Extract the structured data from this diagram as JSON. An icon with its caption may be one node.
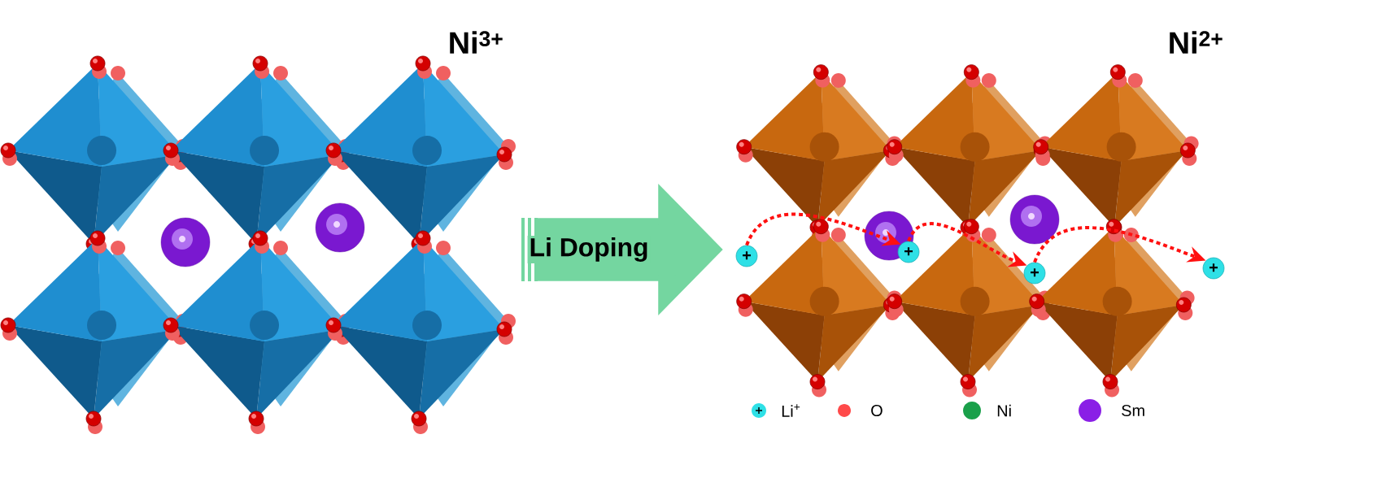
{
  "diagram": {
    "nodes": [
      {
        "text": [],
        "shape": "picture",
        "beside": [
          "Ni$^{3+}$"
        ]
      },
      {
        "text": [],
        "shape": "picture",
        "beside": [
          "Ni$^{2+}$"
        ]
      },
      {
        "text": [
          "+"
        ],
        "in": 1
      },
      {
        "text": [
          "+"
        ],
        "in": 1
      },
      {
        "text": [
          "+"
        ],
        "in": 1
      },
      {
        "text": [
          "+"
        ]
      }
    ],
    "edges": [
      {
        "from": 0,
        "to": 1,
        "arrow": "to",
        "label": "Li Doping",
        "style": "thick",
        "color": "#74d6a0"
      },
      {
        "from": 2,
        "to": 3,
        "arrow": "to",
        "style": "dashed",
        "color": "#ff1010"
      },
      {
        "from": 3,
        "to": 4,
        "arrow": "to",
        "style": "dashed",
        "color": "#ff1010"
      },
      {
        "from": 4,
        "to": 5,
        "arrow": "to",
        "style": "dashed",
        "color": "#ff1010"
      }
    ],
    "legend": [
      {
        "text": "Li$^{+}$",
        "color": "#2ee0e6"
      },
      {
        "text": "O",
        "color": "#ff4a4a"
      },
      {
        "text": "Ni",
        "color": "#1aa04a"
      },
      {
        "text": "Sm",
        "color": "#8a1fe6"
      }
    ]
  }
}
